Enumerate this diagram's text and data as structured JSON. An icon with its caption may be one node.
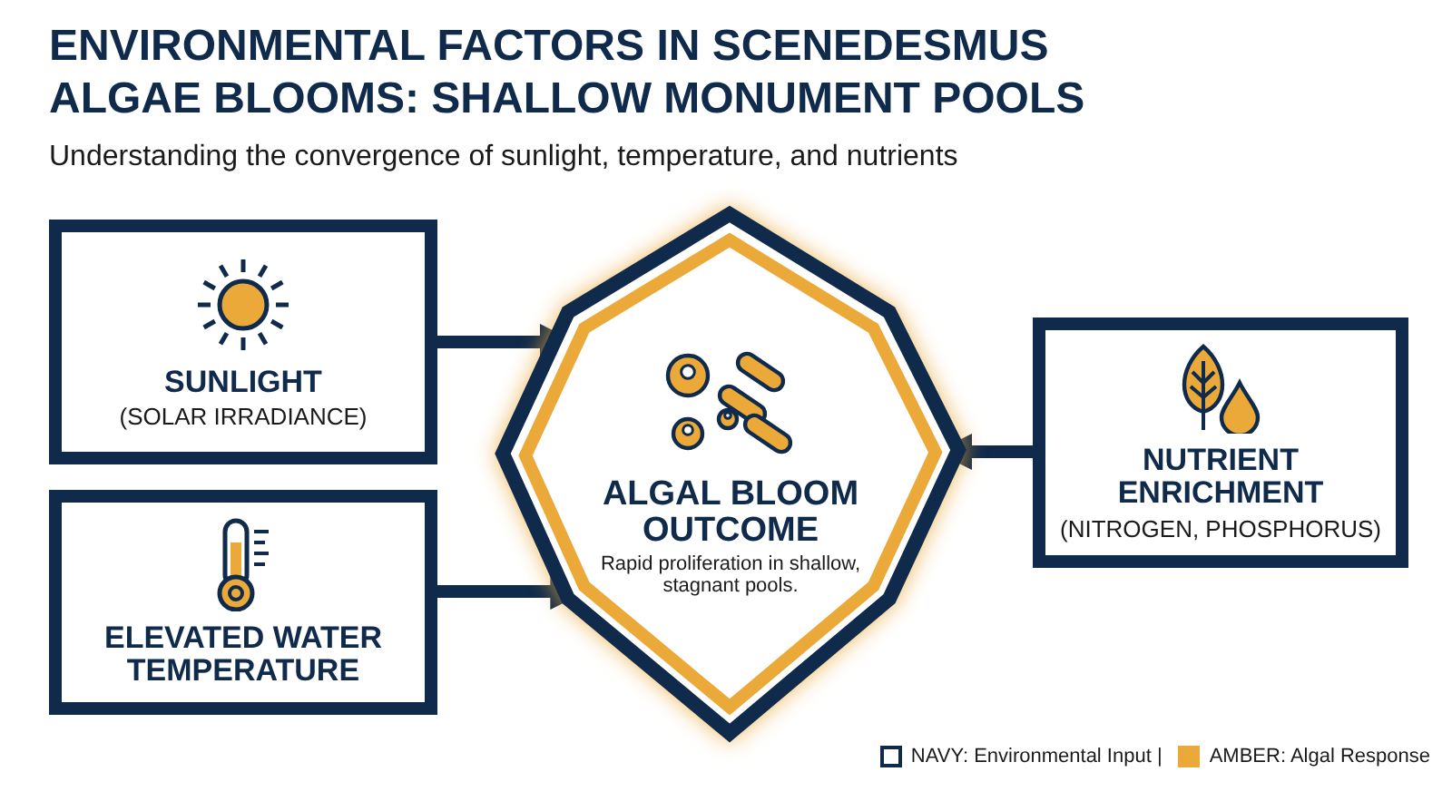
{
  "diagram": {
    "title": "ENVIRONMENTAL FACTORS IN SCENEDESMUS ALGAE BLOOMS: SHALLOW MONUMENT POOLS",
    "caption": "Understanding the convergence of sunlight, temperature, and nutrients",
    "nodes": [
      {
        "text": [
          "SUNLIGHT",
          "(SOLAR IRRADIANCE)"
        ]
      },
      {
        "text": [
          "ELEVATED WATER TEMPERATURE"
        ]
      },
      {
        "text": [
          "ALGAL BLOOM OUTCOME",
          "Rapid proliferation in shallow, stagnant pools."
        ]
      },
      {
        "text": [
          "NUTRIENT ENRICHMENT",
          "(NITROGEN, PHOSPHORUS)"
        ]
      }
    ],
    "edges": [
      {
        "from": 0,
        "to": 2,
        "arrow": "to"
      },
      {
        "from": 1,
        "to": 2,
        "arrow": "to"
      },
      {
        "from": 3,
        "to": 2,
        "arrow": "to"
      }
    ],
    "legend": [
      {
        "text": "NAVY: Environmental Input |",
        "color": "#0f2a4a"
      },
      {
        "text": "AMBER: Algal Response",
        "color": "#eba93a"
      }
    ]
  }
}
